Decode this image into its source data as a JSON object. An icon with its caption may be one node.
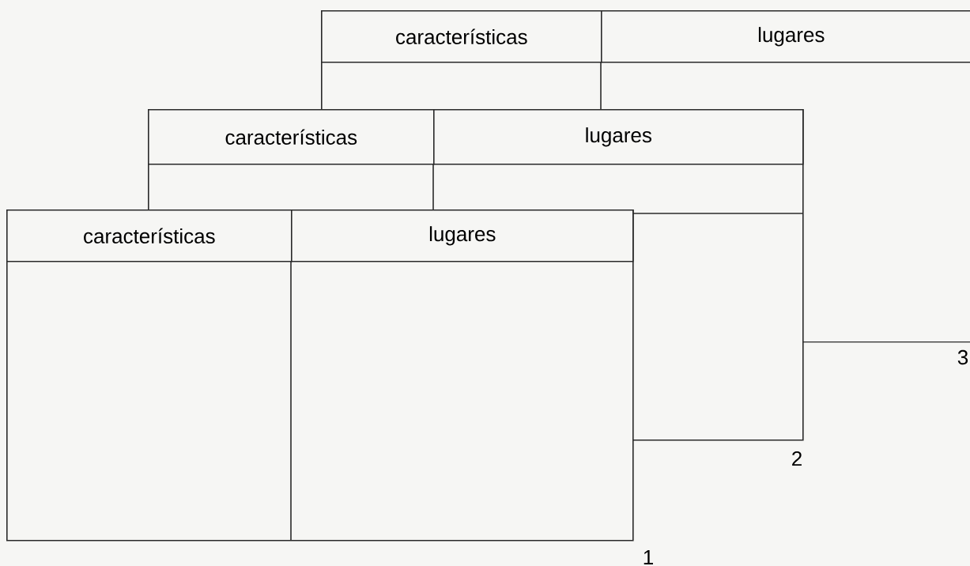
{
  "diagram": {
    "nodes": [
      {
        "text": [],
        "shape": "box",
        "beside": [
          "3"
        ]
      },
      {
        "text": [
          "características"
        ],
        "in": 0
      },
      {
        "text": [
          "lugares"
        ],
        "in": 0
      },
      {
        "text": [],
        "shape": "box",
        "beside": [
          "2"
        ]
      },
      {
        "text": [
          "características"
        ],
        "in": 3
      },
      {
        "text": [
          "lugares"
        ]
      },
      {
        "text": [],
        "shape": "box",
        "beside": [
          "1"
        ]
      },
      {
        "text": [
          "características"
        ],
        "in": 6
      },
      {
        "text": [
          "lugares"
        ]
      }
    ]
  }
}
